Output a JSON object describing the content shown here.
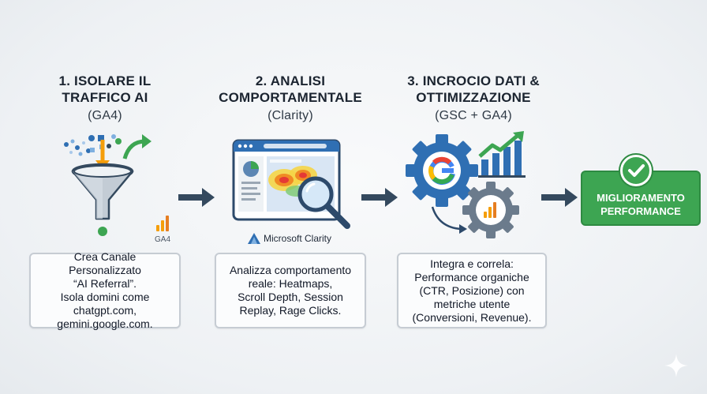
{
  "steps": [
    {
      "title_line1": "1. ISOLARE IL",
      "title_line2": "TRAFFICO AI",
      "subtitle": "(GA4)",
      "badge": "GA4",
      "description": [
        "Crea Canale Personalizzato",
        "“AI Referral”.",
        "Isola domini come",
        "chatgpt.com,",
        "gemini.google.com."
      ]
    },
    {
      "title_line1": "2. ANALISI",
      "title_line2": "COMPORTAMENTALE",
      "subtitle": "(Clarity)",
      "badge": "Microsoft Clarity",
      "description": [
        "Analizza comportamento",
        "reale: Heatmaps,",
        "Scroll Depth, Session",
        "Replay, Rage Clicks."
      ]
    },
    {
      "title_line1": "3. INCROCIO DATI &",
      "title_line2": "OTTIMIZZAZIONE",
      "subtitle": "(GSC + GA4)",
      "description": [
        "Integra e correla:",
        "Performance organiche",
        "(CTR, Posizione) con",
        "metriche utente",
        "(Conversioni, Revenue)."
      ]
    }
  ],
  "result": {
    "line1": "MIGLIORAMENTO",
    "line2": "PERFORMANCE"
  },
  "icons": {
    "funnel": "funnel-icon",
    "browser_heatmap": "browser-heatmap-icon",
    "magnifier": "magnifier-icon",
    "gears": "gears-icon",
    "growth_chart": "growth-chart-icon",
    "check": "check-icon",
    "arrow": "arrow-right-icon",
    "sparkle": "sparkle-icon"
  },
  "colors": {
    "primary_blue": "#2f6fb3",
    "dark_navy": "#34495e",
    "green": "#3da552",
    "orange": "#f59e0b",
    "heat_yellow": "#f5d547",
    "box_border": "#c6ccd3"
  }
}
